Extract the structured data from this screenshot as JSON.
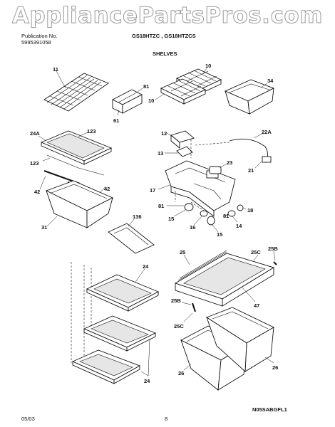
{
  "watermark": "AppliancePartsPros.com",
  "header": {
    "pub_label": "Publication No.",
    "pub_number": "5995391058",
    "models": "GS18HTZC , GS18HTZCS",
    "section": "SHELVES"
  },
  "footer": {
    "date": "05/03",
    "page": "8",
    "code": "N05SABGFL1"
  },
  "callouts": {
    "c11": "11",
    "c81a": "81",
    "c61": "61",
    "c10a": "10",
    "c10b": "10",
    "c34": "34",
    "c24a": "24A",
    "c123a": "123",
    "c123b": "123",
    "c42a": "42",
    "c42b": "42",
    "c31": "31",
    "c12": "12",
    "c13": "13",
    "c17": "17",
    "c23": "23",
    "c22a": "22A",
    "c21": "21",
    "c81b": "81",
    "c81c": "81",
    "c15a": "15",
    "c16": "16",
    "c15b": "15",
    "c14": "14",
    "c18": "18",
    "c136": "136",
    "c25": "25",
    "c25c": "25C",
    "c25b": "25B",
    "c47": "47",
    "c25b2": "25B",
    "c25c2": "25C",
    "c24b": "24",
    "c24c": "24",
    "c26a": "26",
    "c26b": "26"
  }
}
